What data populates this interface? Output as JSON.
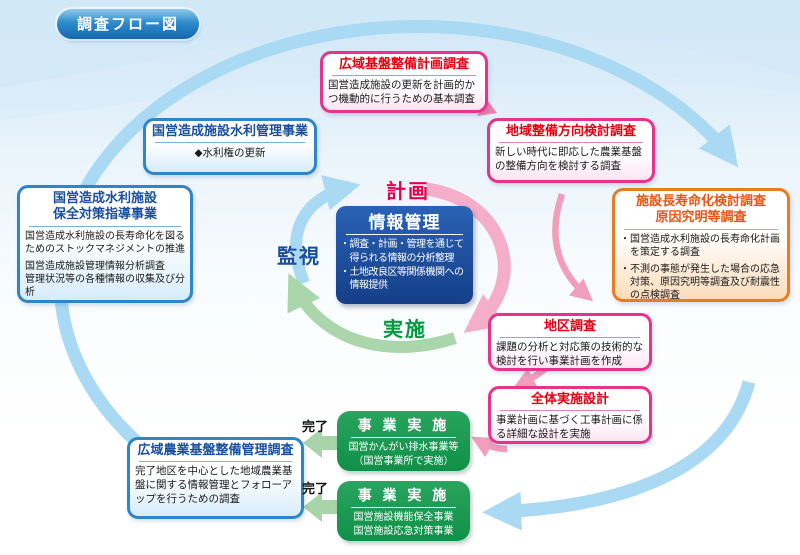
{
  "title_badge": "調査フロー図",
  "colors": {
    "badge_blue": "#1565ae",
    "pink_border": "#e6338c",
    "pink_title_red": "#e60012",
    "blue_border": "#2e86c8",
    "blue_title": "#1a4f9e",
    "orange_border": "#e87c20",
    "orange_title": "#ea5514",
    "info_box_blue": "#153f88",
    "green_box": "#0f9049",
    "plan_label": "#e6004e",
    "monitor_label": "#1a4f9e",
    "implement_label": "#009a3e",
    "outer_arc_blue": "#a9d9f3",
    "cycle_pink": "#f5aec8",
    "cycle_green": "#abd5ab"
  },
  "cycle": {
    "plan_label": "計画",
    "monitor_label": "監視",
    "implement_label": "実施",
    "info_box": {
      "title": "情報管理",
      "items": [
        "・調査・計画・管理を通じて\n　得られる情報の分析整理",
        "・土地改良区等関係機関への\n　情報提供"
      ]
    }
  },
  "boxes": {
    "kouiki_kiban": {
      "title": "広域基盤整備計画調査",
      "body": "国営造成施設の更新を計画的かつ機動的に行うための基本調査"
    },
    "suiri_kanri": {
      "title": "国営造成施設水利管理事業",
      "body": "◆水利権の更新"
    },
    "chiiki_seibi": {
      "title": "地域整備方向検討調査",
      "body": "新しい時代に即応した農業基盤の整備方向を検討する調査"
    },
    "chouju_genin": {
      "title": "施設長寿命化検討調査\n原因究明等調査",
      "items": [
        "・国営造成水利施設の長寿命化計画\n　を策定する調査",
        "・不測の事態が発生した場合の応急\n　対策、原因究明等調査及び耐震性\n　の点検調査"
      ]
    },
    "hozen_shidou": {
      "title": "国営造成水利施設\n保全対策指導事業",
      "paragraphs": [
        "国営造成水利施設の長寿命化を図るためのストックマネジメントの推進",
        "国営造成施設管理情報分析調査\n管理状況等の各種情報の収集及び分析"
      ]
    },
    "chiku_chousa": {
      "title": "地区調査",
      "body": "課題の分析と対応策の技術的な検討を行い事業計画を作成"
    },
    "zentai_sekkei": {
      "title": "全体実施設計",
      "body": "事業計画に基づく工事計画に係る詳細な設計を実施"
    },
    "jigyou_jisshi_1": {
      "title": "事 業 実 施",
      "body": "国営かんがい排水事業等\n（国営事業所で実施）"
    },
    "jigyou_jisshi_2": {
      "title": "事 業 実 施",
      "body": "国営施設機能保全事業\n国営施設応急対策事業"
    },
    "kouiki_nougyou": {
      "title": "広域農業基盤整備管理調査",
      "body": "完了地区を中心とした地域農業基盤に関する情報管理とフォローアップを行うための調査"
    }
  },
  "labels": {
    "kanryou_1": "完了",
    "kanryou_2": "完了"
  }
}
